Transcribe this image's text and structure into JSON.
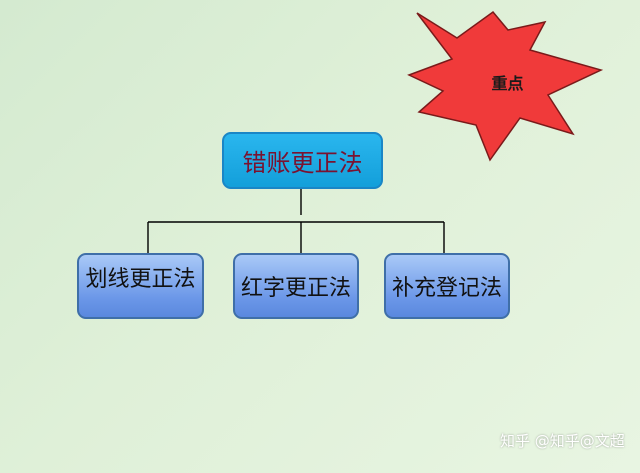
{
  "badge": {
    "label": "重点",
    "color": "#f03a3a"
  },
  "root": {
    "label": "错账更正法"
  },
  "children": [
    {
      "label": "划线更正法"
    },
    {
      "label": "红字更正法"
    },
    {
      "label": "补充登记法"
    }
  ],
  "watermark": {
    "text": "知乎 @知乎@文超"
  },
  "colors": {
    "root_fill": "#19a6e0",
    "child_fill": "#7aa4ec",
    "connector": "#000000"
  }
}
